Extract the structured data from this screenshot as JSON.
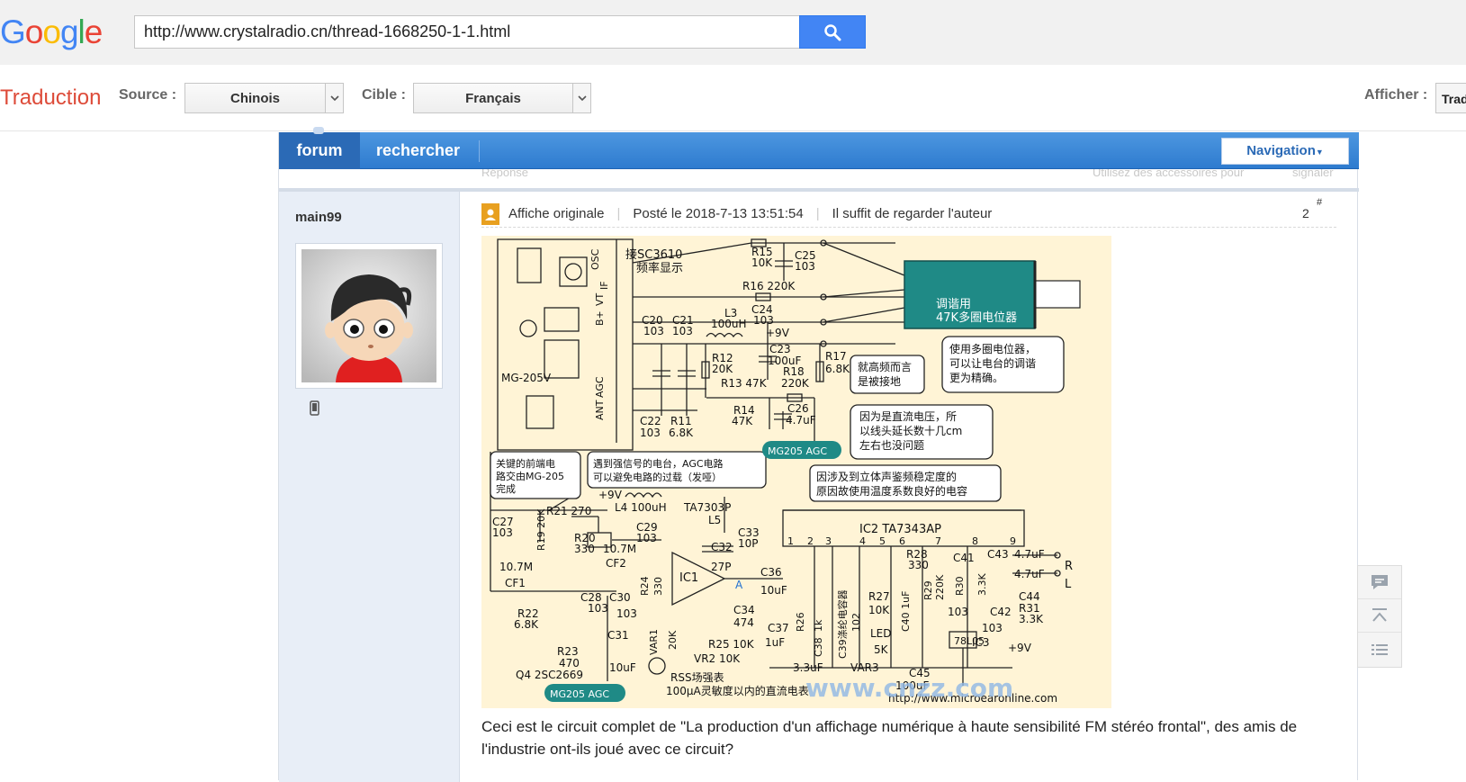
{
  "google": {
    "logo_letters": [
      "G",
      "o",
      "o",
      "g",
      "l",
      "e"
    ],
    "logo_colors": [
      "#4285f4",
      "#ea4335",
      "#fbbc05",
      "#4285f4",
      "#34a853",
      "#ea4335"
    ],
    "url_value": "http://www.crystalradio.cn/thread-1668250-1-1.html",
    "search_icon": "search-icon",
    "accent": "#4285f4"
  },
  "translate_bar": {
    "title": "Traduction",
    "source_label": "Source :",
    "source_value": "Chinois",
    "target_label": "Cible :",
    "target_value": "Français",
    "show_label": "Afficher :",
    "show_button": "Traduction",
    "title_color": "#dd4b39"
  },
  "forum": {
    "nav": {
      "forum": "forum",
      "search": "rechercher",
      "navigation": "Navigation"
    },
    "ghost_row": {
      "left": "Réponse",
      "mid": "Utilisez des accessoires pour",
      "right": "signaler"
    },
    "post": {
      "author": "main99",
      "original": "Affiche originale",
      "posted": "Posté le 2018-7-13 13:51:54",
      "only_author": "Il suffit de regarder l'auteur",
      "floor_number": "2",
      "floor_mark": "#",
      "body": "Ceci est le circuit complet de \"La production d'un affichage numérique à haute sensibilité FM stéréo frontal\", des amis de l'industrie ont-ils joué avec ce circuit?"
    },
    "circuit": {
      "labels": {
        "osc_note": "接SC3610",
        "osc_note2": "频率显示",
        "module": "MG-205V",
        "pins": [
          "OSC",
          "IF",
          "VT",
          "B+",
          "AGC",
          "ANT"
        ],
        "r15": "R15",
        "r15v": "10K",
        "c25": "C25",
        "c25v": "103",
        "r16": "R16 220K",
        "pot_note": "调谐用",
        "pot_note2": "47K多圈电位器",
        "c20": "C20",
        "c20v": "103",
        "c21": "C21",
        "c21v": "103",
        "l3": "L3",
        "l3v": "100uH",
        "c24": "C24",
        "c24v": "103",
        "plus9": "+9V",
        "c23": "C23",
        "c23v": "100uF",
        "r17": "R17",
        "r17v": "6.8K",
        "r12": "R12",
        "r12v": "20K",
        "r18": "R18",
        "r18v": "220K",
        "r13": "R13 47K",
        "r14": "R14",
        "r14v": "47K",
        "c26": "C26",
        "c26v": "4.7uF",
        "c22": "C22",
        "c22v": "103",
        "r11": "R11",
        "r11v": "6.8K",
        "mg_agc": "MG205 AGC",
        "note_hf": "就高频而言",
        "note_hf2": "是被接地",
        "note_multi": "使用多圈电位器，",
        "note_multi2": "可以让电台的调谐",
        "note_multi3": "更为精确。",
        "note_dc": "因为是直流电压，所",
        "note_dc2": "以线头延长数十几cm",
        "note_dc3": "左右也没问题",
        "note_front": "关键的前端电",
        "note_front2": "路交由MG-205",
        "note_front3": "完成",
        "note_strong": "遇到强信号的电台，AGC电路",
        "note_strong2": "可以避免电路的过载（发哑）",
        "note_temp": "因涉及到立体声鉴频稳定度的",
        "note_temp2": "原因故使用温度系数良好的电容",
        "l4": "L4 100uH",
        "ta7303": "TA7303P",
        "r21": "R21 270",
        "c27": "C27",
        "c27v": "103",
        "r19": "R19 20K",
        "r20": "R20",
        "r20v": "330",
        "f107a": "10.7M",
        "f107b": "10.7M",
        "cf1": "CF1",
        "cf2": "CF2",
        "c29": "C29",
        "c29v": "103",
        "l5": "L5",
        "c32": "C32",
        "c32v": "27P",
        "c33": "C33",
        "c33v": "10P",
        "ic1": "IC1",
        "r24": "R24",
        "r24v": "330",
        "c36": "C36",
        "c36v": "10uF",
        "point_a": "A",
        "c28": "C28",
        "c28v": "103",
        "c30": "C30",
        "c30v": "103",
        "c34": "C34",
        "c34v": "474",
        "r22": "R22",
        "r22v": "6.8K",
        "r23": "R23",
        "r23v": "470",
        "q4": "Q4 2SC2669",
        "c31": "C31",
        "c31v": "10uF",
        "var1": "VAR1",
        "r20k": "20K",
        "r25": "R25 10K",
        "vr2": "VR2 10K",
        "rss": "RSS场强表",
        "rss2": "100μA灵敏度以内的直流电表",
        "ic2": "IC2 TA7343AP",
        "pin_nums": [
          "1",
          "2",
          "3",
          "4",
          "5",
          "6",
          "7",
          "8",
          "9"
        ],
        "r28": "R28",
        "r28v": "330",
        "c41": "C41",
        "c43": "C43",
        "c43v": "4.7uF",
        "c4v": "4.7uF",
        "out_r": "R",
        "out_l": "L",
        "c44": "C44",
        "r31": "R31",
        "r31v": "3.3K",
        "r29": "R29",
        "r29v": "220K",
        "r30": "R30",
        "r30v": "3.3K",
        "c42": "C42",
        "c42v": "103",
        "r27": "R27",
        "r27v": "10K",
        "c40": "C40 1uF",
        "led": "LED",
        "r5k": "5K",
        "var3": "VAR3",
        "c39": "C39涤纶电容器",
        "c102": "102",
        "r26": "R26",
        "r1k": "1k",
        "c37": "C37",
        "c37v": "1uF",
        "c38": "C38",
        "c38v": "3.3uF",
        "ic3": "IC3",
        "ic3v": "78L05",
        "plus9b": "+9V",
        "c45": "C45",
        "c45v": "100uF",
        "c103": "103",
        "site": "http://www.microearonline.com",
        "watermark": "www.cnzz.com"
      }
    }
  },
  "side_tools": [
    "comment-icon",
    "back-to-top-icon",
    "list-icon"
  ]
}
